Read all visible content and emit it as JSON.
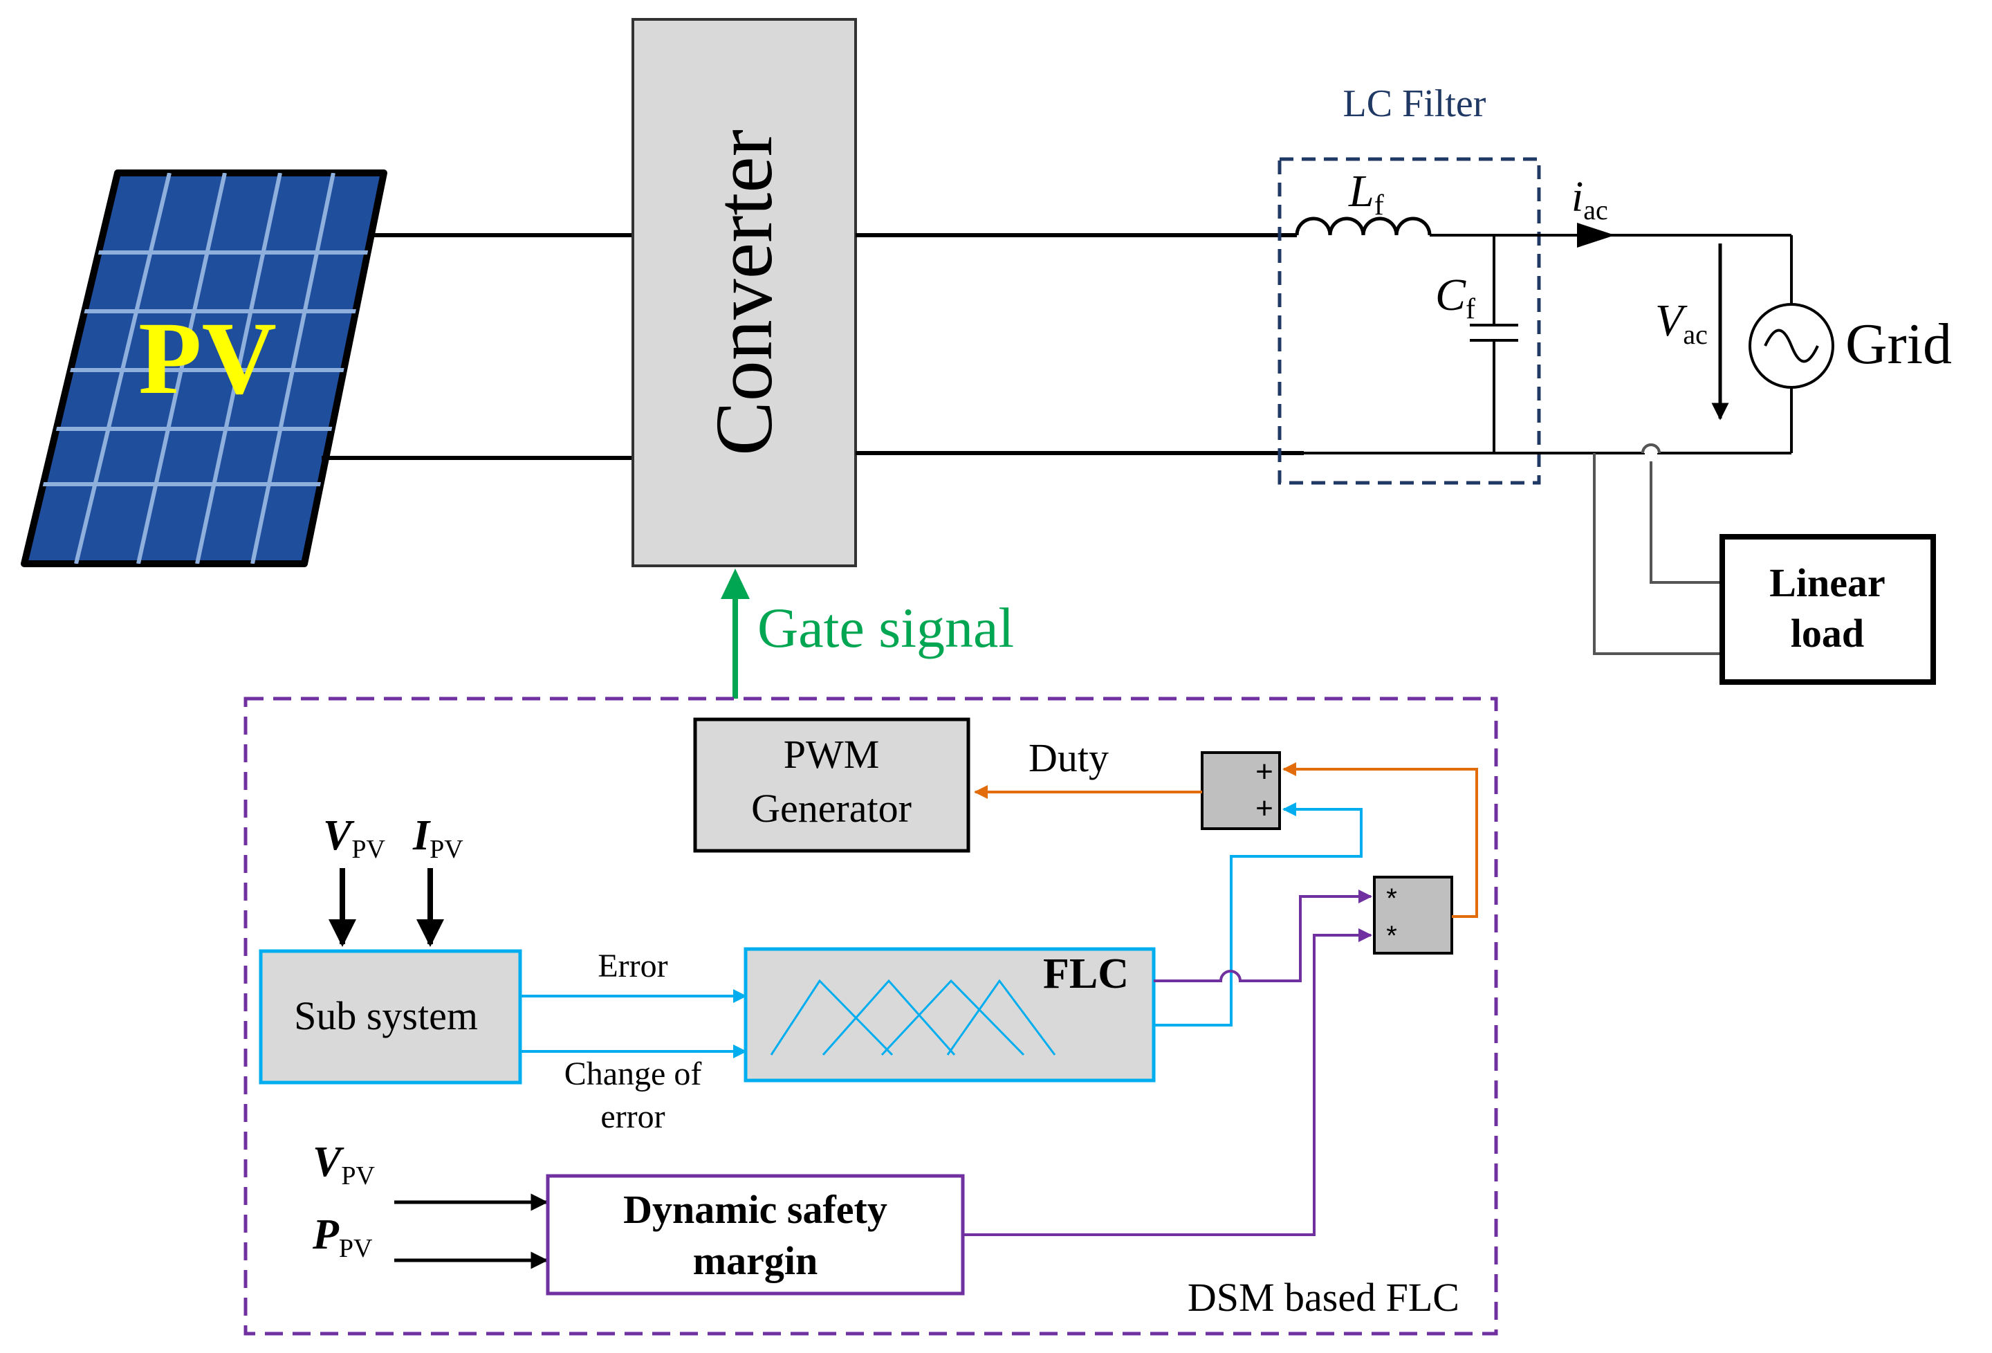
{
  "pv": {
    "label": "PV"
  },
  "converter": {
    "label": "Converter"
  },
  "gate_signal": {
    "label": "Gate signal"
  },
  "lc_filter": {
    "label": "LC Filter",
    "inductor": {
      "sym": "L",
      "sub": "f"
    },
    "capacitor": {
      "sym": "C",
      "sub": "f"
    }
  },
  "current": {
    "sym": "i",
    "sub": "ac"
  },
  "voltage": {
    "sym": "V",
    "sub": "ac"
  },
  "grid": {
    "label": "Grid"
  },
  "linear_load": {
    "line1": "Linear",
    "line2": "load"
  },
  "pwm": {
    "line1": "PWM",
    "line2": "Generator"
  },
  "duty": {
    "label": "Duty"
  },
  "sum_block": {
    "sign1": "+",
    "sign2": "+"
  },
  "product_block": {
    "sign1": "*",
    "sign2": "*"
  },
  "subsystem": {
    "label": "Sub system",
    "input_v": {
      "sym": "V",
      "sub": "PV"
    },
    "input_i": {
      "sym": "I",
      "sub": "PV"
    }
  },
  "flc": {
    "label": "FLC"
  },
  "error": {
    "label": "Error"
  },
  "change_of_error": {
    "line1": "Change of",
    "line2": "error"
  },
  "dsm_inputs": {
    "v": {
      "sym": "V",
      "sub": "PV"
    },
    "p": {
      "sym": "P",
      "sub": "PV"
    }
  },
  "dsm_block": {
    "line1": "Dynamic safety",
    "line2": "margin"
  },
  "dsm_region": {
    "label": "DSM based FLC"
  },
  "colors": {
    "pv_panel": "#1f4e9c",
    "pv_text": "#ffff00",
    "gate_arrow": "#00a651",
    "lc_border": "#1f3864",
    "blue_signal": "#00aeef",
    "orange_signal": "#e36c0a",
    "purple_signal": "#7030a0",
    "dashed_region": "#7030a0",
    "block_fill": "#d9d9d9"
  }
}
